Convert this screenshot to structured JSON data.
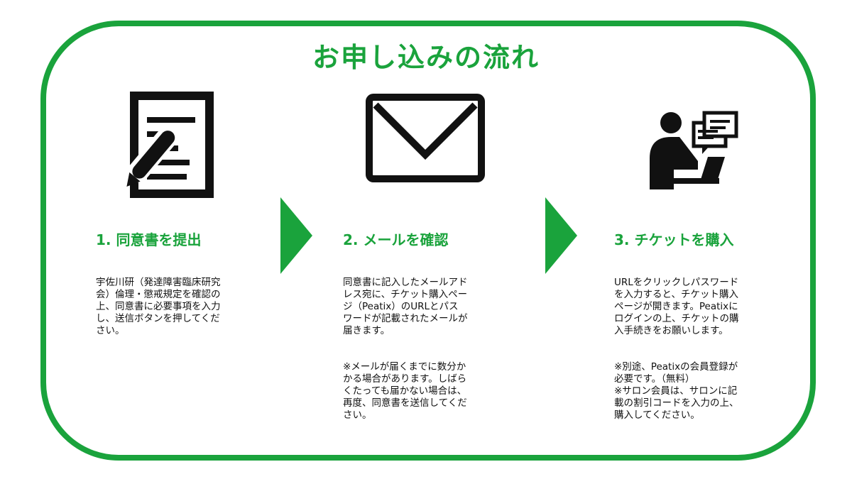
{
  "title": "お申し込みの流れ",
  "accent_color": "#1aa33c",
  "steps": [
    {
      "icon": "document-pen-icon",
      "title": "1. 同意書を提出",
      "body": "宇佐川研（発達障害臨床研究\n会）倫理・懲戒規定を確認の\n上、同意書に必要事項を入力\nし、送信ボタンを押してくだ\nさい。",
      "note": ""
    },
    {
      "icon": "envelope-icon",
      "title": "2. メールを確認",
      "body": "同意書に記入したメールアド\nレス宛に、チケット購入ペー\nジ（Peatix）のURLとパス\nワードが記載されたメールが\n届きます。",
      "note": "※メールが届くまでに数分か\nかる場合があります。しばら\nくたっても届かない場合は、\n再度、同意書を送信してくだ\nさい。"
    },
    {
      "icon": "person-computer-chat-icon",
      "title": "3. チケットを購入",
      "body": "URLをクリックしパスワード\nを入力すると、チケット購入\nページが開きます。Peatixに\nログインの上、チケットの購\n入手続きをお願いします。",
      "note": "※別途、Peatixの会員登録が\n必要です。（無料）\n※サロン会員は、サロンに記\n載の割引コードを入力の上、\n購入してください。"
    }
  ]
}
